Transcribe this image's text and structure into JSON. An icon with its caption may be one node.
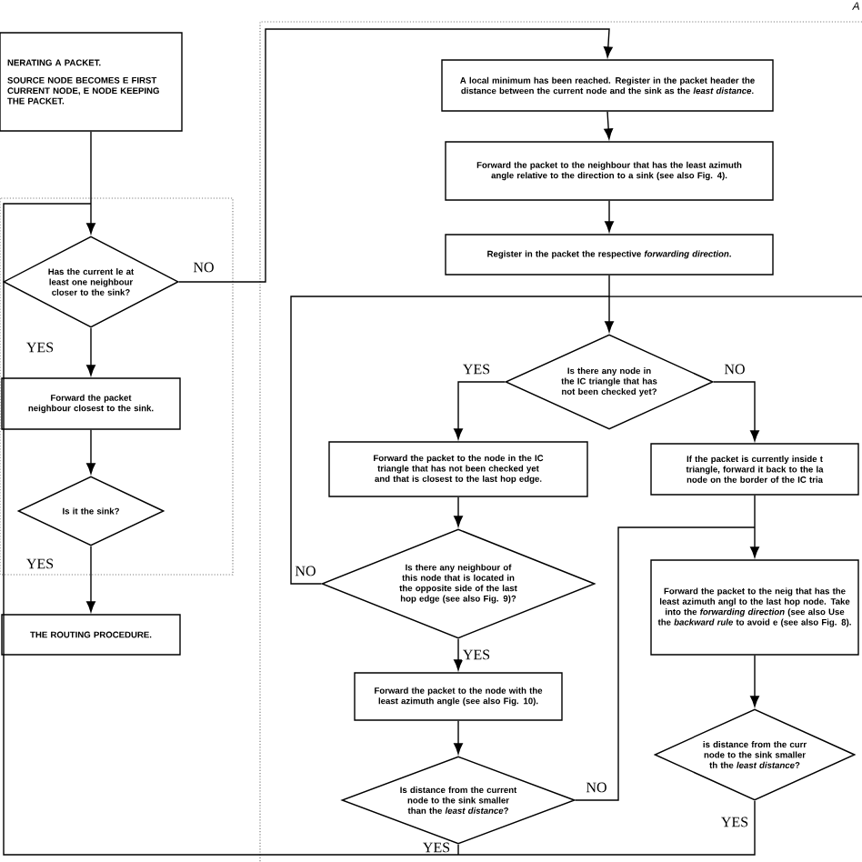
{
  "diagram": {
    "nodes": [
      {
        "text": [
          "NERATING A PACKET.",
          "SOURCE NODE BECOMES E FIRST CURRENT NODE, E NODE KEEPING THE PACKET."
        ]
      },
      {
        "text": [
          "Has the current le at least one neighbour closer to the sink?"
        ]
      },
      {
        "text": [
          "Forward the packet neighbour closest to the sink."
        ]
      },
      {
        "text": [
          "Is it the sink?"
        ]
      },
      {
        "text": [
          "THE ROUTING PROCEDURE."
        ]
      },
      {
        "text": [
          "A local minimum has been reached. Register in the packet header the distance between the current node and the sink as the *least distance*."
        ]
      },
      {
        "text": [
          "Forward the packet to the neighbour that has the least azimuth angle relative to the direction to a sink (see also Fig. 4)."
        ]
      },
      {
        "text": [
          "Register in the packet the respective *forwarding direction*."
        ]
      },
      {
        "text": [
          "Is there any node in the IC triangle that has not been checked yet?"
        ]
      },
      {
        "text": [
          "Forward the packet to the node in the IC triangle that has not been checked yet and that is closest to the last hop edge."
        ]
      },
      {
        "text": [
          "Is there any neighbour of this node that is located in the opposite side of the last hop edge (see also Fig. 9)?"
        ]
      },
      {
        "text": [
          "Forward the packet to the node with the least azimuth angle (see also Fig. 10)."
        ]
      },
      {
        "text": [
          "Is distance from the current node to the sink smaller than the *least distance*?"
        ]
      },
      {
        "text": [
          "If the packet is currently inside t triangle, forward it back to the la node on the border of the IC tria"
        ]
      },
      {
        "text": [
          "Forward the packet to the neig that has the least azimuth angl to the last hop node. Take into the *forwarding direction* (see also Use the *backward rule* to avoid e (see also Fig. 8)."
        ]
      },
      {
        "text": [
          "is distance from the curr node to the sink smaller th the *least distance*?"
        ]
      }
    ],
    "edges": [
      {
        "from": 0,
        "to": 1,
        "arrow": "to"
      },
      {
        "from": 1,
        "to": 5,
        "arrow": "to",
        "label": "NO"
      },
      {
        "from": 1,
        "to": 2,
        "arrow": "to",
        "label": "YES"
      },
      {
        "from": 2,
        "to": 3,
        "arrow": "to"
      },
      {
        "from": 3,
        "to": 4,
        "arrow": "to",
        "label": "YES"
      },
      {
        "from": 5,
        "to": 6,
        "arrow": "to"
      },
      {
        "from": 6,
        "to": 7,
        "arrow": "to"
      },
      {
        "from": 7,
        "to": 8,
        "arrow": "to"
      },
      {
        "from": 8,
        "to": 9,
        "arrow": "to",
        "label": "YES"
      },
      {
        "from": 8,
        "to": 13,
        "arrow": "to",
        "label": "NO"
      },
      {
        "from": 9,
        "to": 10,
        "arrow": "to"
      },
      {
        "from": 10,
        "to": 11,
        "arrow": "to",
        "label": "YES"
      },
      {
        "from": 10,
        "to": 8,
        "arrow": "to",
        "label": "NO"
      },
      {
        "from": 11,
        "to": 12,
        "arrow": "to"
      },
      {
        "from": 12,
        "to": 14,
        "arrow": "to",
        "label": "NO"
      },
      {
        "from": 13,
        "to": 14,
        "arrow": "to"
      },
      {
        "from": 14,
        "to": 15,
        "arrow": "to"
      },
      {
        "from": 12,
        "to": 1,
        "arrow": "to",
        "label": "YES"
      },
      {
        "from": 15,
        "to": 1,
        "arrow": "to",
        "label": "YES"
      },
      {
        "from": null,
        "to": 8,
        "arrow": "to"
      }
    ],
    "labels": [
      "A"
    ]
  }
}
